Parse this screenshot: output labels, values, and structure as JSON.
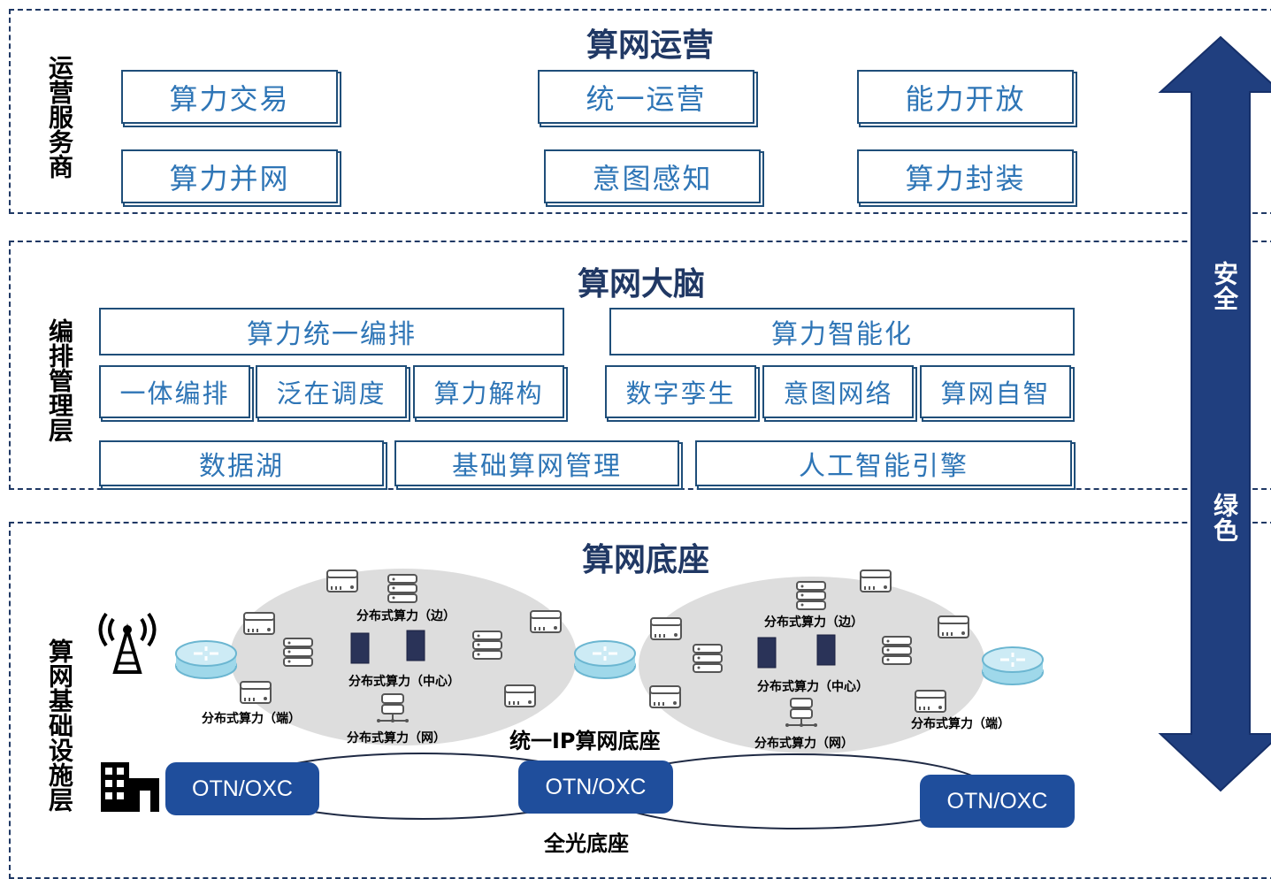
{
  "layers": {
    "operations": {
      "side_label": "运营服务商",
      "title": "算网运营",
      "boxes": [
        "算力交易",
        "统一运营",
        "能力开放",
        "算力并网",
        "意图感知",
        "算力封装"
      ]
    },
    "orchestration": {
      "side_label": "编排管理层",
      "title": "算网大脑",
      "group_left": "算力统一编排",
      "group_right": "算力智能化",
      "sub_left": [
        "一体编排",
        "泛在调度",
        "算力解构"
      ],
      "sub_right": [
        "数字孪生",
        "意图网络",
        "算网自智"
      ],
      "bottom": [
        "数据湖",
        "基础算网管理",
        "人工智能引擎"
      ]
    },
    "infrastructure": {
      "side_label": "算网基础设施层",
      "title": "算网底座",
      "cluster_left": {
        "edge": "分布式算力（边）",
        "center": "分布式算力（中心）",
        "terminal": "分布式算力（端）",
        "network": "分布式算力（网）"
      },
      "cluster_right": {
        "edge": "分布式算力（边）",
        "center": "分布式算力（中心）",
        "terminal": "分布式算力（端）",
        "network": "分布式算力（网）"
      },
      "ip_base_label": "统一IP算网底座",
      "optical_base_label": "全光底座",
      "otn_nodes": [
        "OTN/OXC",
        "OTN/OXC",
        "OTN/OXC"
      ]
    }
  },
  "security_arrow": {
    "top": "安全",
    "bottom": "绿色"
  },
  "colors": {
    "accent": "#1f4e79",
    "title": "#203864",
    "otn": "#1f4e9c",
    "arrow": "#203f7f"
  }
}
